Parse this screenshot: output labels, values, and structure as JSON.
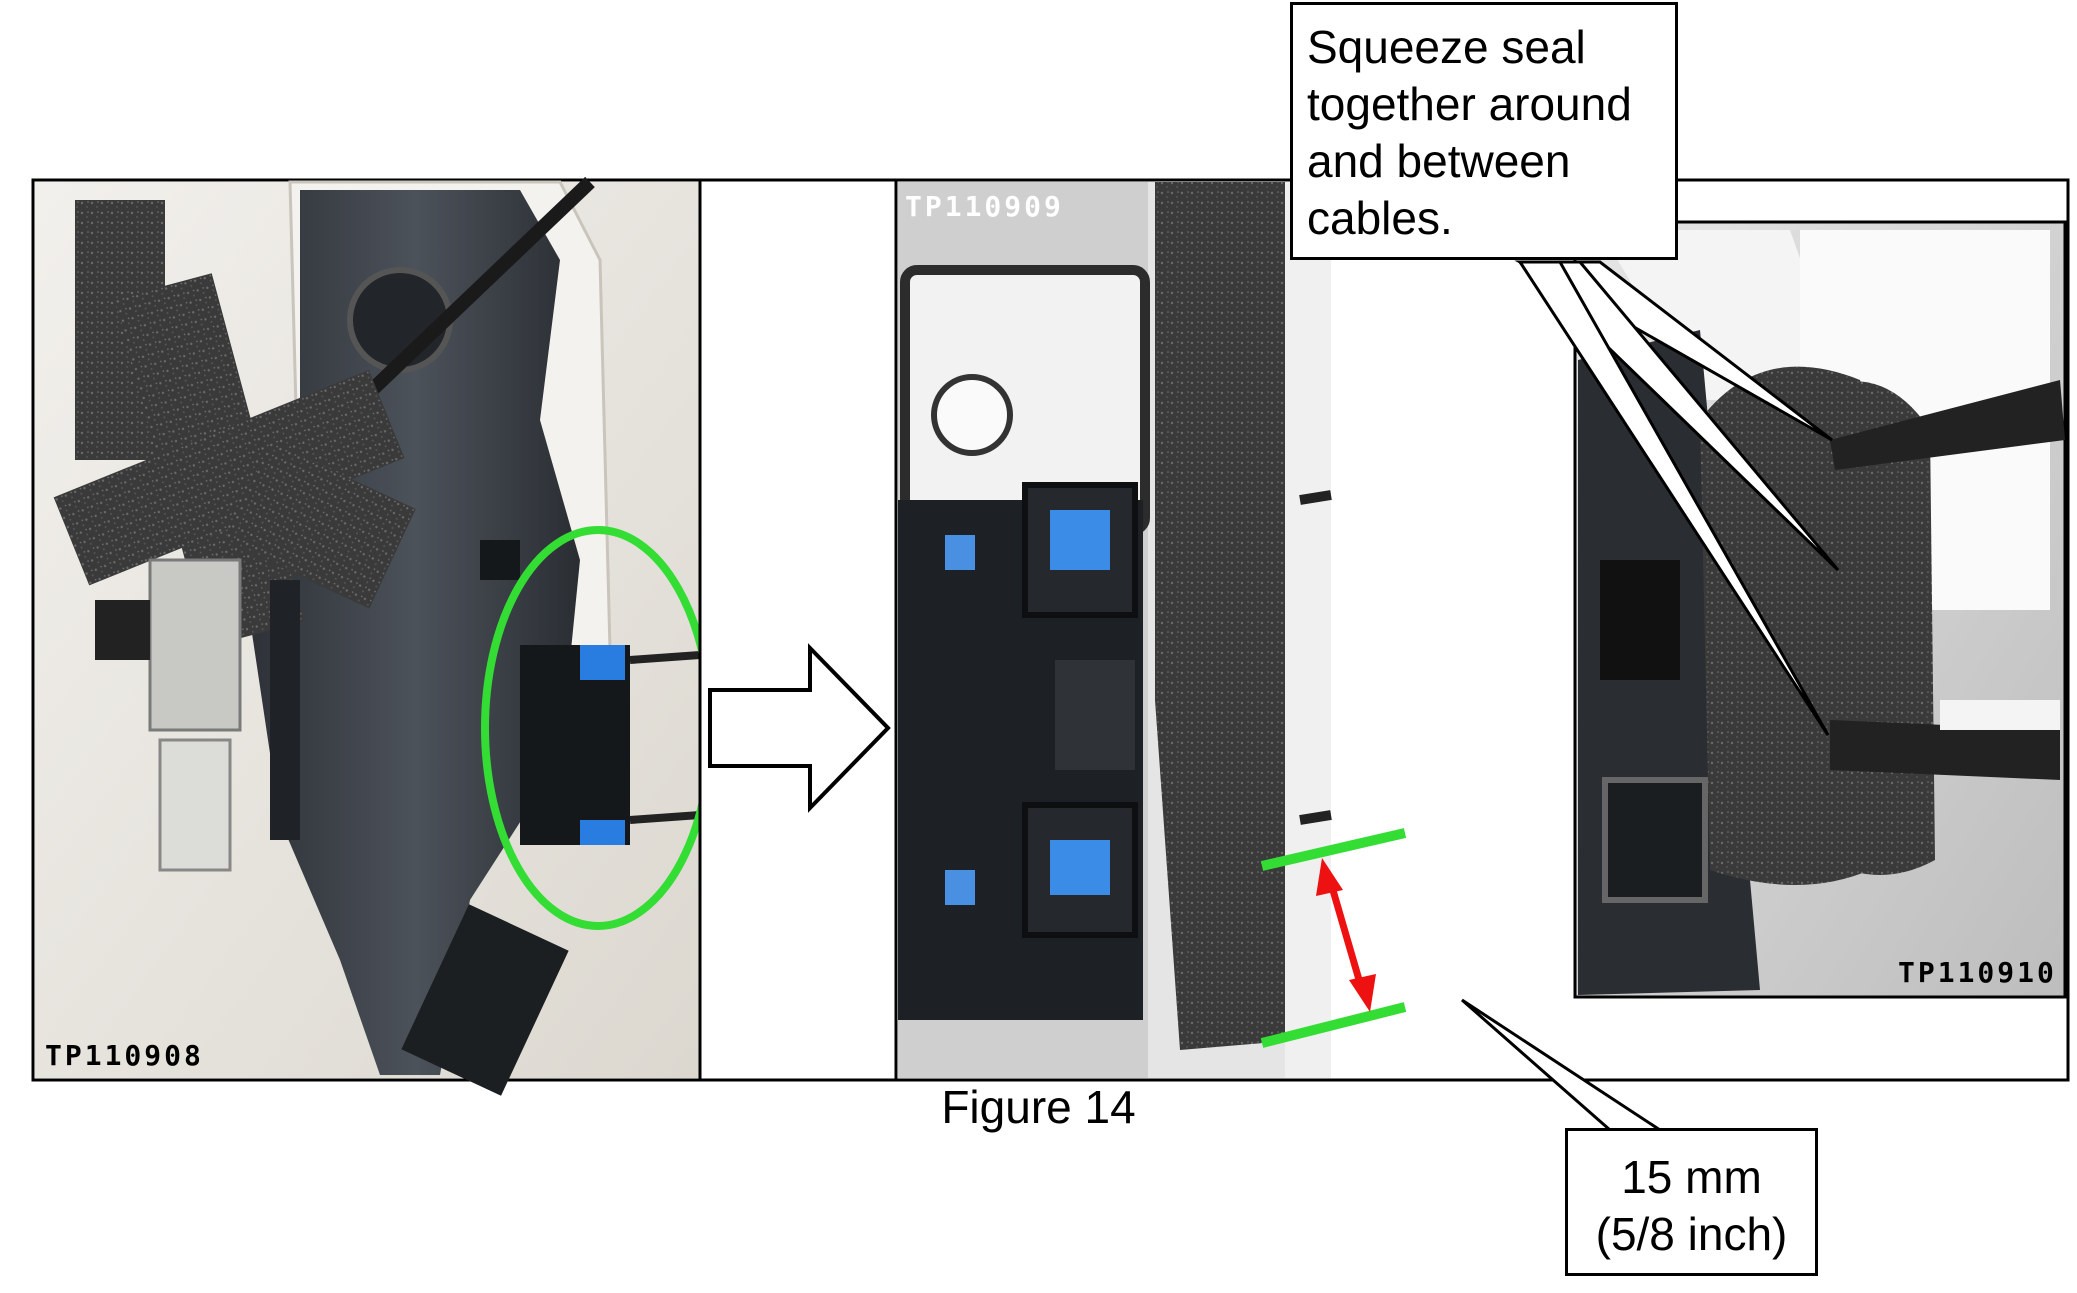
{
  "figure": {
    "caption": "Figure 14",
    "photos": [
      {
        "code": "TP110908"
      },
      {
        "code": "TP110909"
      },
      {
        "code": "TP110910"
      }
    ],
    "callouts": {
      "seal_lines": [
        "Squeeze seal",
        "together around",
        "and between",
        "cables."
      ],
      "measurement_lines": [
        "15 mm",
        "(5/8 inch)"
      ]
    },
    "colors": {
      "highlight_ellipse": "#33dd33",
      "measure_lines": "#33dd33",
      "measure_arrow": "#ee1111",
      "foam_seal": "#3a3a3a",
      "frame": "#000000"
    }
  }
}
